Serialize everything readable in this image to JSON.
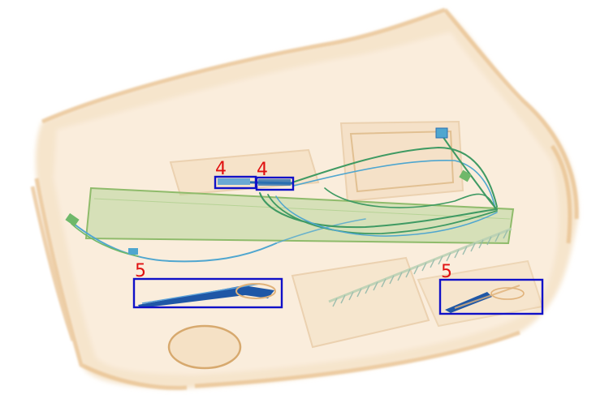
{
  "image": {
    "kind": "xray-baggage-scan",
    "palette": {
      "organic": "#e9c79a",
      "organic_dark": "#d8ab73",
      "inorganic": "#9cc47a",
      "metal": "#2a6fb0",
      "cable_blue": "#4fa6cf",
      "cable_green": "#3f9a63"
    }
  },
  "detections": {
    "box_color": "#1010c8",
    "label_color": "#e01010",
    "items": [
      {
        "label": "4"
      },
      {
        "label": "4"
      },
      {
        "label": "5"
      },
      {
        "label": "5"
      }
    ]
  }
}
